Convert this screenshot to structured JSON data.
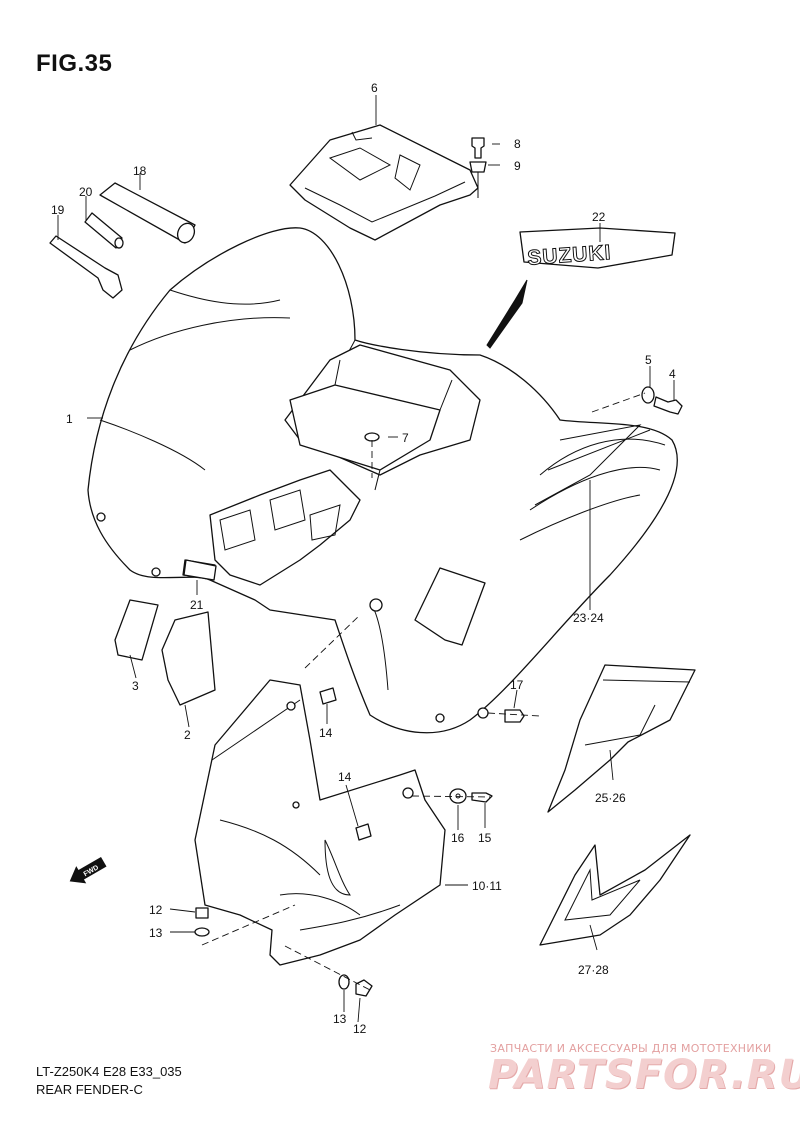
{
  "figure": {
    "title": "FIG.35"
  },
  "footer": {
    "code": "LT-Z250K4 E28 E33_035",
    "name": "REAR FENDER-C"
  },
  "emblem": {
    "text": "SUZUKI"
  },
  "callouts": {
    "c1": "1",
    "c2": "2",
    "c3": "3",
    "c4": "4",
    "c5": "5",
    "c6": "6",
    "c7": "7",
    "c8": "8",
    "c9": "9",
    "c10_11": "10·11",
    "c12a": "12",
    "c12b": "12",
    "c13a": "13",
    "c13b": "13",
    "c14a": "14",
    "c14b": "14",
    "c15": "15",
    "c16": "16",
    "c17": "17",
    "c18": "18",
    "c19": "19",
    "c20": "20",
    "c21": "21",
    "c22": "22",
    "c23_24": "23·24",
    "c25_26": "25·26",
    "c27_28": "27·28"
  },
  "fwd_marker": {
    "text": "FWD"
  },
  "watermark": {
    "tagline": "ЗАПЧАСТИ И АКСЕССУАРЫ ДЛЯ МОТОТЕХНИКИ",
    "brand": "PARTSFOR.RU"
  },
  "icons": {
    "fwd": "fwd-arrow-icon"
  },
  "colors": {
    "line": "#111111",
    "background": "#ffffff",
    "watermark": "#e3a0a0"
  }
}
